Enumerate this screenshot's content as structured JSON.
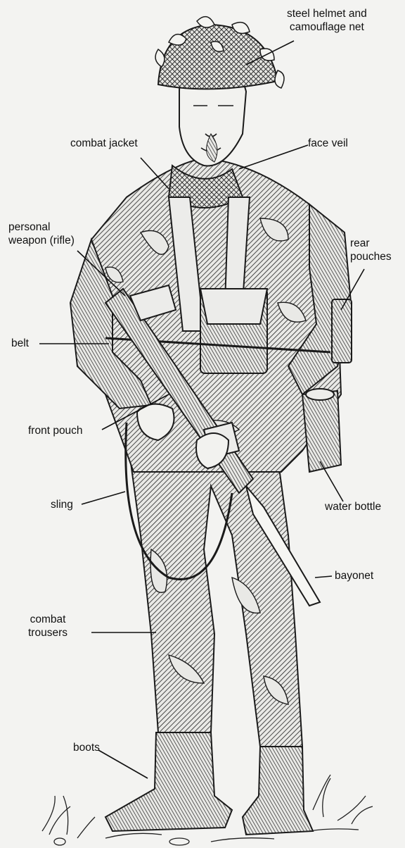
{
  "labels": {
    "helmet": [
      "steel helmet and",
      "camouflage net"
    ],
    "combat_jacket": "combat jacket",
    "face_veil": "face veil",
    "personal_weapon": [
      "personal",
      "weapon (rifle)"
    ],
    "rear_pouches": [
      "rear",
      "pouches"
    ],
    "belt": "belt",
    "front_pouch": "front pouch",
    "sling": "sling",
    "water_bottle": "water bottle",
    "bayonet": "bayonet",
    "combat_trousers": [
      "combat",
      "trousers"
    ],
    "boots": "boots"
  },
  "colors": {
    "ink": "#1a1a1a",
    "paper": "#f3f3f1",
    "camo_dark": "#2b2b2b",
    "camo_light": "#d8d8d4"
  }
}
